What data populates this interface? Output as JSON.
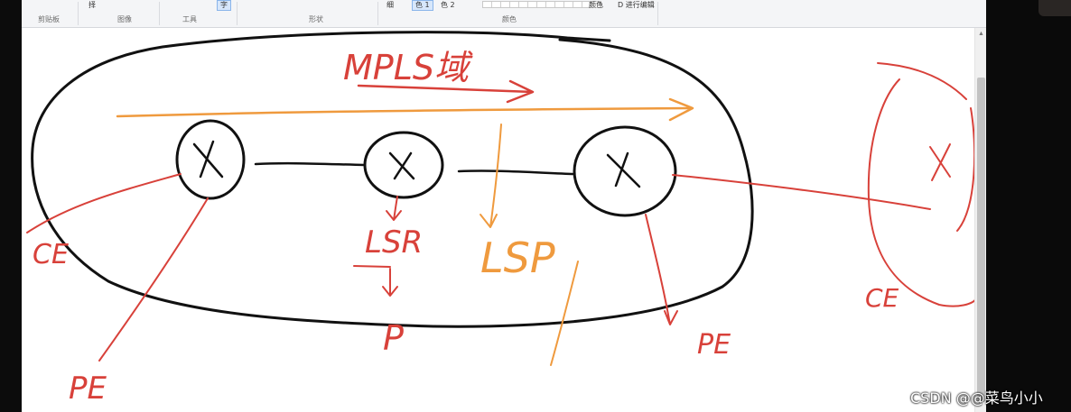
{
  "ribbon": {
    "groups": {
      "clipboard": "剪贴板",
      "image": "图像",
      "tools": "工具",
      "shapes": "形状",
      "colors": "颜色"
    },
    "items": {
      "select": "择",
      "text_tool": "字",
      "outline": "细",
      "color1": "色 1",
      "color2": "色 2",
      "edit_colors": "颜色",
      "paint3d": "D 进行编辑"
    }
  },
  "canvas": {
    "labels": {
      "mpls_domain": "MPLS域",
      "ce_left": "CE",
      "pe_left": "PE",
      "lsr": "LSR",
      "p": "P",
      "lsp": "LSP",
      "pe_right": "PE",
      "ce_right": "CE"
    }
  },
  "watermark": "CSDN @@菜鸟小小",
  "colors": {
    "ink_black": "#111111",
    "ink_red": "#d8413a",
    "ink_orange": "#ef9a3e"
  }
}
